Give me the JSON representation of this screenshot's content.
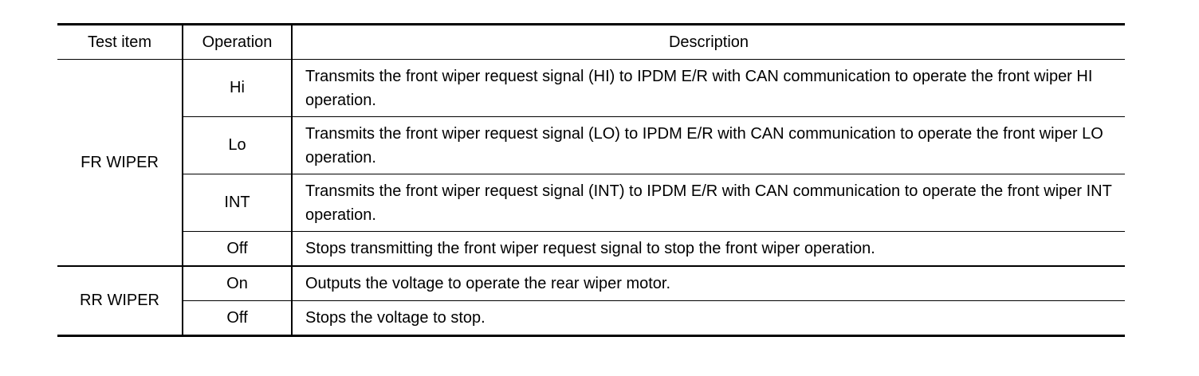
{
  "table": {
    "headers": {
      "test_item": "Test item",
      "operation": "Operation",
      "description": "Description"
    },
    "groups": [
      {
        "test_item": "FR WIPER",
        "rows": [
          {
            "operation": "Hi",
            "description": "Transmits the front wiper request signal (HI) to IPDM E/R with CAN communication to operate the front wiper HI operation."
          },
          {
            "operation": "Lo",
            "description": "Transmits the front wiper request signal (LO) to IPDM E/R with CAN communication to operate the front wiper LO operation."
          },
          {
            "operation": "INT",
            "description": "Transmits the front wiper request signal (INT) to IPDM E/R with CAN communication to operate the front wiper INT operation."
          },
          {
            "operation": "Off",
            "description": "Stops transmitting the front wiper request signal to stop the front wiper operation."
          }
        ]
      },
      {
        "test_item": "RR WIPER",
        "rows": [
          {
            "operation": "On",
            "description": "Outputs the voltage to operate the rear wiper motor."
          },
          {
            "operation": "Off",
            "description": "Stops the voltage to stop."
          }
        ]
      }
    ]
  }
}
